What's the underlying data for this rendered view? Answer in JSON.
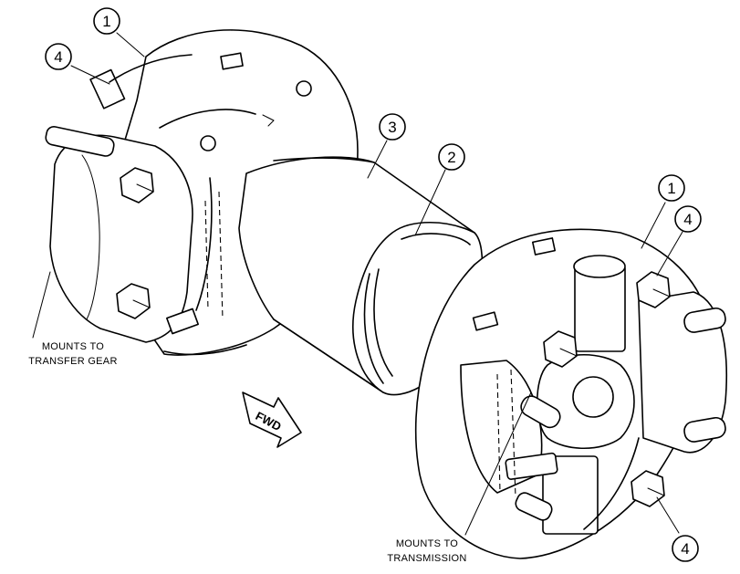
{
  "callouts": [
    {
      "id": "c1-top",
      "label": "1"
    },
    {
      "id": "c4-top",
      "label": "4"
    },
    {
      "id": "c3",
      "label": "3"
    },
    {
      "id": "c2",
      "label": "2"
    },
    {
      "id": "c1-right",
      "label": "1"
    },
    {
      "id": "c4-right",
      "label": "4"
    },
    {
      "id": "c4-bottom",
      "label": "4"
    }
  ],
  "notes": {
    "transfer_gear_line1": "MOUNTS TO",
    "transfer_gear_line2": "TRANSFER GEAR",
    "transmission_line1": "MOUNTS TO",
    "transmission_line2": "TRANSMISSION"
  },
  "direction_arrow": {
    "label": "FWD"
  },
  "colors": {
    "line": "#000000",
    "background": "#ffffff"
  }
}
